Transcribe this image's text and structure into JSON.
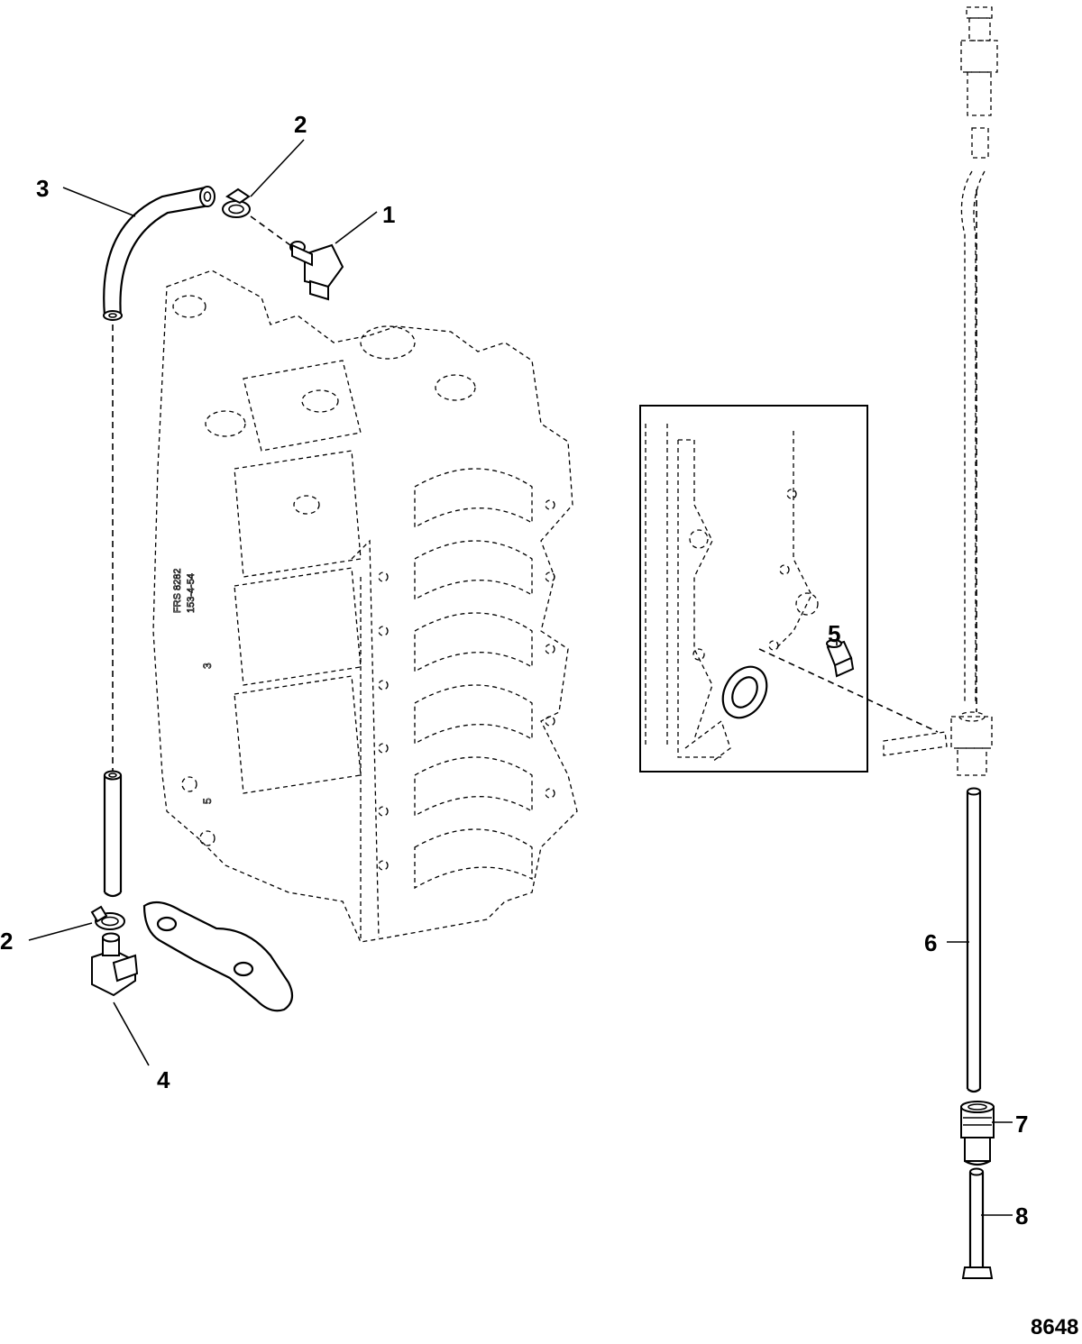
{
  "callouts": {
    "c1": "1",
    "c2_top": "2",
    "c2_bottom": "2",
    "c3": "3",
    "c4": "4",
    "c5": "5",
    "c6": "6",
    "c7": "7",
    "c8": "8"
  },
  "figure_id": "8648",
  "block_markings": {
    "m1": "FRS 8282",
    "m2": "153-4-54",
    "m3": "3",
    "m4": "5"
  }
}
